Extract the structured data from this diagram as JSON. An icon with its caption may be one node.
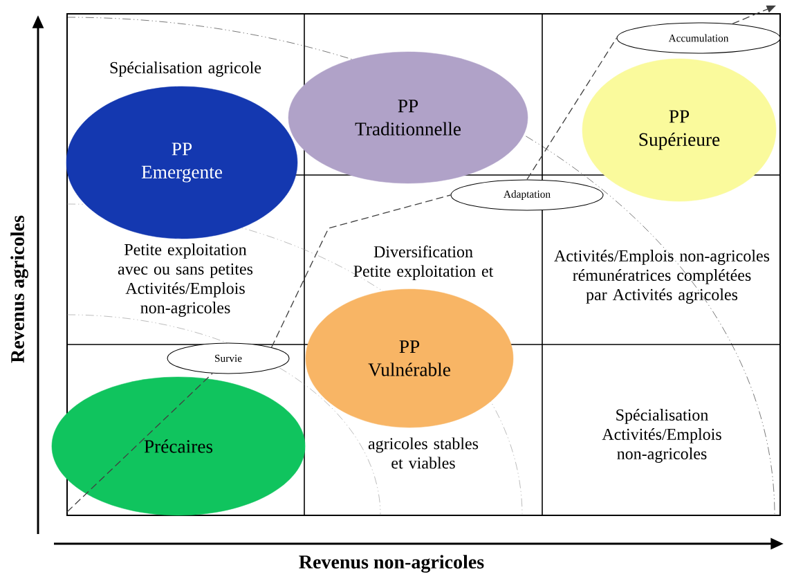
{
  "diagram": {
    "nodes": [
      {
        "text": [
          "PP Emergente"
        ]
      },
      {
        "text": [
          "PP Traditionnelle"
        ]
      },
      {
        "text": [
          "PP Supérieure"
        ]
      },
      {
        "text": [
          "PP Vulnérable"
        ]
      },
      {
        "text": [
          "Précaires"
        ]
      },
      {
        "text": [
          "Accumulation"
        ]
      },
      {
        "text": [
          "Adaptation"
        ]
      },
      {
        "text": [
          "Survie"
        ]
      }
    ],
    "edges": [
      {
        "from": null,
        "to": 7,
        "arrow": "none",
        "style": "dashed"
      },
      {
        "from": 7,
        "to": 6,
        "arrow": "none",
        "style": "dashed"
      },
      {
        "from": 6,
        "to": 5,
        "arrow": "none",
        "style": "dashed"
      },
      {
        "from": 5,
        "to": null,
        "arrow": "to",
        "style": "dashed"
      }
    ],
    "labels": [
      "Spécialisation agricole",
      "Petite exploitation avec ou sans petites Activités/Emplois non-agricoles",
      "Diversification Petite exploitation et",
      "Activités/Emplois non-agricoles rémunératrices complétées par Activités agricoles",
      "agricoles stables et viables",
      "Spécialisation Activités/Emplois non-agricoles",
      "Revenus agricoles",
      "Revenus non-agricoles"
    ]
  }
}
